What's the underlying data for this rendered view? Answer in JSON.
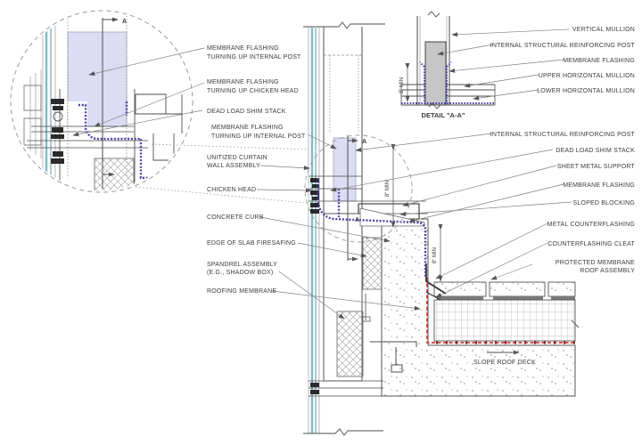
{
  "drawing_title_context": "curtain wall roof curb flashing detail",
  "colors": {
    "glass_teal": "#86b9c1",
    "membrane_flashing_purple": "#4a43a8",
    "roofing_membrane_red": "#cc3b38",
    "post_lavender": "#dcdcf4",
    "post_gray": "#c6c6c6",
    "line_gray": "#4e4e4e"
  },
  "blowup_detail": {
    "section_marker": "A",
    "labels": [
      {
        "lines": [
          "MEMBRANE FLASHING",
          "TURNING UP INTERNAL POST"
        ]
      },
      {
        "lines": [
          "MEMBRANE FLASHING",
          "TURNING UP CHICKEN HEAD"
        ]
      },
      {
        "lines": [
          "DEAD LOAD SHIM STACK"
        ]
      },
      {
        "lines": [
          "MEMBRANE FLASHING",
          "TURNING UP INTERNAL POST"
        ]
      }
    ]
  },
  "detail_aa": {
    "caption": "DETAIL \"A-A\"",
    "dim": "8\" MIN",
    "labels": [
      "VERTICAL MULLION",
      "INTERNAL STRUCTURAL REINFORCING POST",
      "MEMBRANE FLASHING",
      "UPPER HORIZONTAL MULLION",
      "LOWER HORIZONTAL MULLION"
    ]
  },
  "main_section": {
    "section_marker": "A",
    "dim_upper": "8\" MIN",
    "dim_lower": "8\" MIN",
    "slope_note": "SLOPE ROOF DECK",
    "left_labels": [
      {
        "lines": [
          "UNITIZED CURTAIN",
          "WALL ASSEMBLY"
        ]
      },
      {
        "lines": [
          "CHICKEN HEAD"
        ]
      },
      {
        "lines": [
          "CONCRETE CURB"
        ]
      },
      {
        "lines": [
          "EDGE OF SLAB FIRESAFING"
        ]
      },
      {
        "lines": [
          "SPANDREL ASSEMBLY",
          "(E.G., SHADOW BOX)"
        ]
      },
      {
        "lines": [
          "ROOFING MEMBRANE"
        ]
      }
    ],
    "right_labels": [
      {
        "lines": [
          "INTERNAL STRUCTURAL REINFORCING POST"
        ]
      },
      {
        "lines": [
          "DEAD LOAD SHIM STACK"
        ]
      },
      {
        "lines": [
          "SHEET METAL SUPPORT"
        ]
      },
      {
        "lines": [
          "MEMBRANE FLASHING"
        ]
      },
      {
        "lines": [
          "SLOPED BLOCKING"
        ]
      },
      {
        "lines": [
          "METAL COUNTERFLASHING"
        ]
      },
      {
        "lines": [
          "COUNTERFLASHING CLEAT"
        ]
      },
      {
        "lines": [
          "PROTECTED MEMBRANE",
          "ROOF ASSEMBLY"
        ]
      }
    ]
  }
}
